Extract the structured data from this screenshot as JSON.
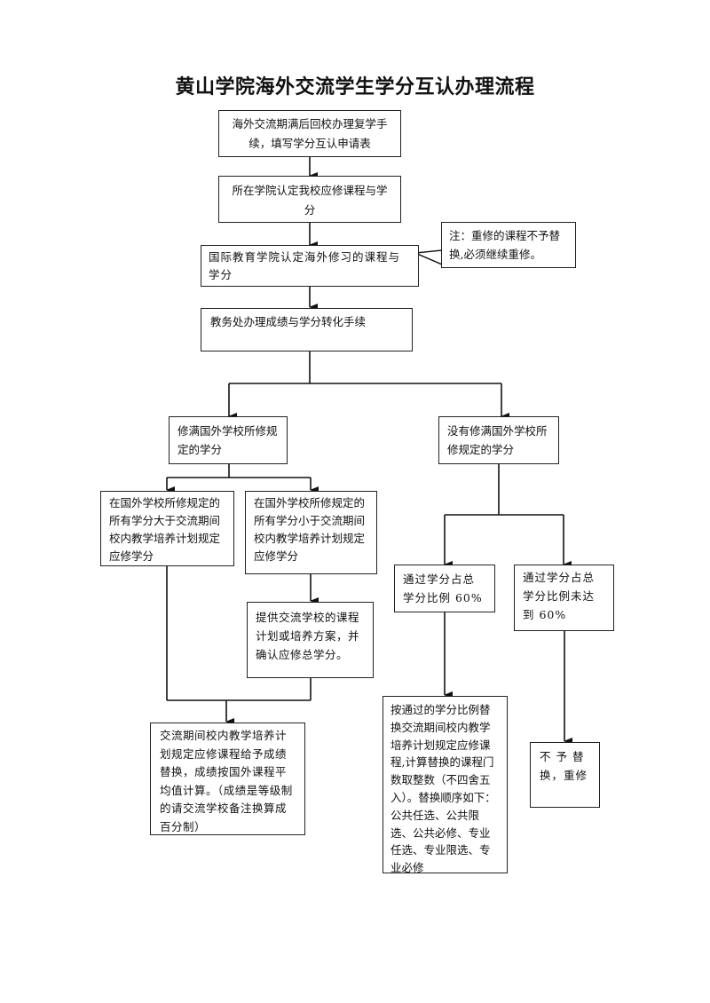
{
  "title": "黄山学院海外交流学生学分互认办理流程",
  "steps": {
    "step1": "海外交流期满后回校办理复学手续，填写学分互认申请表",
    "step2": "所在学院认定我校应修课程与学分",
    "step3": "国际教育学院认定海外修习的课程与学分",
    "note": "注：重修的课程不予替换,必须继续重修。",
    "step4": "教务处办理成绩与学分转化手续",
    "branch_full": "修满国外学校所修规定的学分",
    "branch_not_full": "没有修满国外学校所修规定的学分",
    "full_greater": "在国外学校所修规定的所有学分大于交流期间校内教学培养计划规定应修学分",
    "full_less": "在国外学校所修规定的所有学分小于交流期间校内教学培养计划规定应修学分",
    "provide_plan": "提供交流学校的课程计划或培养方案，并确认应修总学分。",
    "replace_grades": "交流期间校内教学培养计划规定应修课程给予成绩替换，成绩按国外课程平均值计算。（成绩是等级制的请交流学校备注换算成百分制）",
    "pass_60": "通过学分占总学分比例 60%",
    "not_pass_60": "通过学分占总学分比例未达到 60%",
    "proportional_replace": "按通过的学分比例替换交流期间校内教学培养计划规定应修课程,计算替换的课程门数取整数（不四舍五入）。替换顺序如下：公共任选、公共限选、公共必修、专业任选、专业限选、专业必修",
    "no_replace": "不 予 替换，重修"
  }
}
